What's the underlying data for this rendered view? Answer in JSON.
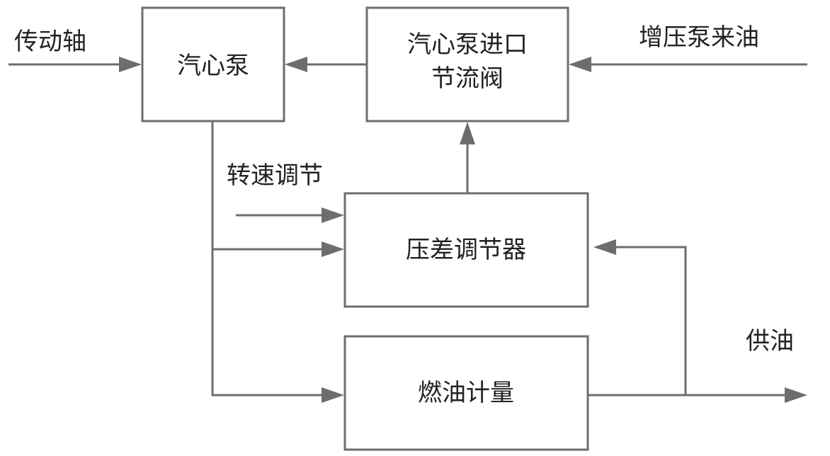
{
  "nodes": {
    "vapor_pump": "汽心泵",
    "inlet_valve_line1": "汽心泵进口",
    "inlet_valve_line2": "节流阀",
    "pressure_regulator": "压差调节器",
    "fuel_metering": "燃油计量"
  },
  "labels": {
    "drive_shaft": "传动轴",
    "booster_pump_oil": "增压泵来油",
    "speed_adjust": "转速调节",
    "fuel_supply": "供油"
  },
  "colors": {
    "line": "#6d6d6d",
    "text": "#222222"
  }
}
